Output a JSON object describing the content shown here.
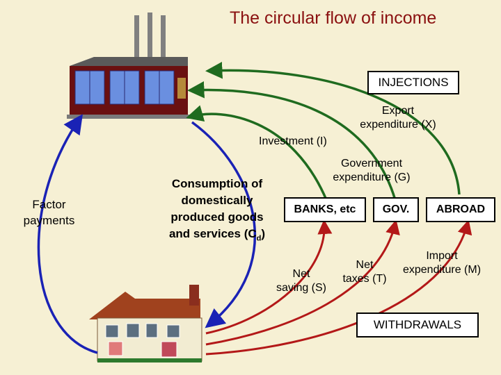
{
  "title": "The circular flow of income",
  "boxes": {
    "injections": "INJECTIONS",
    "withdrawals": "WITHDRAWALS",
    "banks": "BANKS, etc",
    "gov": "GOV.",
    "abroad": "ABROAD"
  },
  "labels": {
    "export_line1": "Export",
    "export_line2": "expenditure (X)",
    "investment": "Investment (I)",
    "government_line1": "Government",
    "government_line2": "expenditure (G)",
    "factor_line1": "Factor",
    "factor_line2": "payments",
    "consumption_line1": "Consumption of",
    "consumption_line2": "domestically",
    "consumption_line3": "produced goods",
    "consumption_line4": "and services (C",
    "consumption_sub": "d",
    "consumption_close": ")",
    "net_saving_line1": "Net",
    "net_saving_line2": "saving (S)",
    "net_taxes_line1": "Net",
    "net_taxes_line2": "taxes (T)",
    "import_line1": "Import",
    "import_line2": "expenditure (M)"
  },
  "colors": {
    "background": "#f6f0d4",
    "title": "#8a1010",
    "injection_arrows": "#1f6b1f",
    "withdrawal_arrows": "#b31818",
    "circular_flow": "#1a22b5"
  },
  "icons": [
    "factory-icon",
    "house-icon"
  ]
}
